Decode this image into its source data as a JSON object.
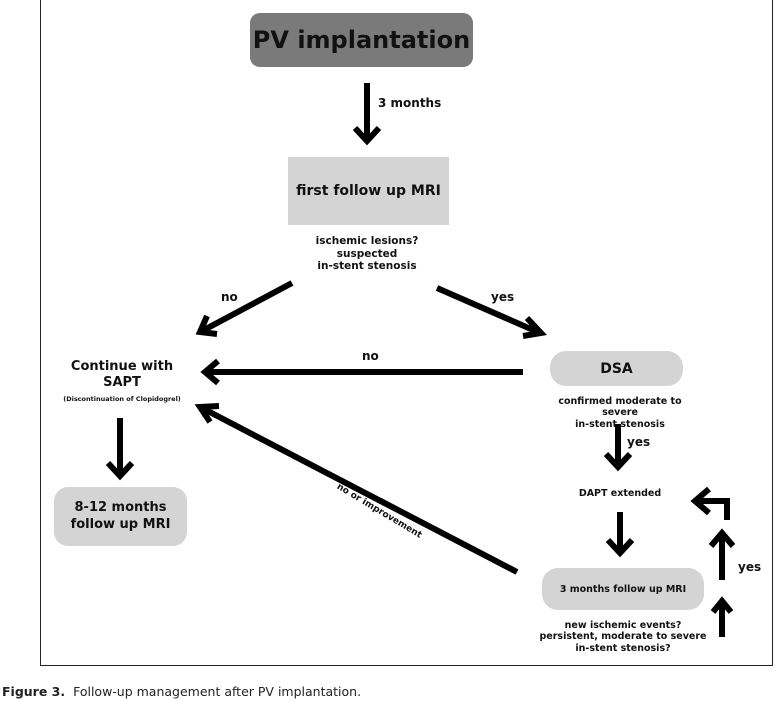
{
  "nodes": {
    "pv_implantation": "PV implantation",
    "first_mri": "first follow up MRI",
    "continue_sapt_line1": "Continue with",
    "continue_sapt_line2": "SAPT",
    "continue_sapt_note": "(Discontinuation of Clopidogrel)",
    "mri_8_12_line1": "8-12 months",
    "mri_8_12_line2": "follow up MRI",
    "dsa": "DSA",
    "dapt_extended": "DAPT extended",
    "mri_3_months": "3 months follow up MRI"
  },
  "labels": {
    "three_months": "3 months",
    "question_1_line1": "ischemic lesions?",
    "question_1_line2": "suspected",
    "question_1_line3": "in-stent stenosis",
    "no_left": "no",
    "yes_right": "yes",
    "no_middle": "no",
    "dsa_result_line1": "confirmed moderate to severe",
    "dsa_result_line2": "in-stent stenosis",
    "yes_dsa": "yes",
    "no_or_improvement": "no or improvement",
    "yes_loop": "yes",
    "question_2_line1": "new ischemic events?",
    "question_2_line2": "persistent, moderate to severe",
    "question_2_line3": "in-stent stenosis?"
  },
  "caption": {
    "figure_label": "Figure 3.",
    "text": "Follow-up management after PV implantation."
  },
  "colors": {
    "dark_box": "#7a7a7a",
    "light_box": "#d4d4d4",
    "arrow": "#000000"
  }
}
